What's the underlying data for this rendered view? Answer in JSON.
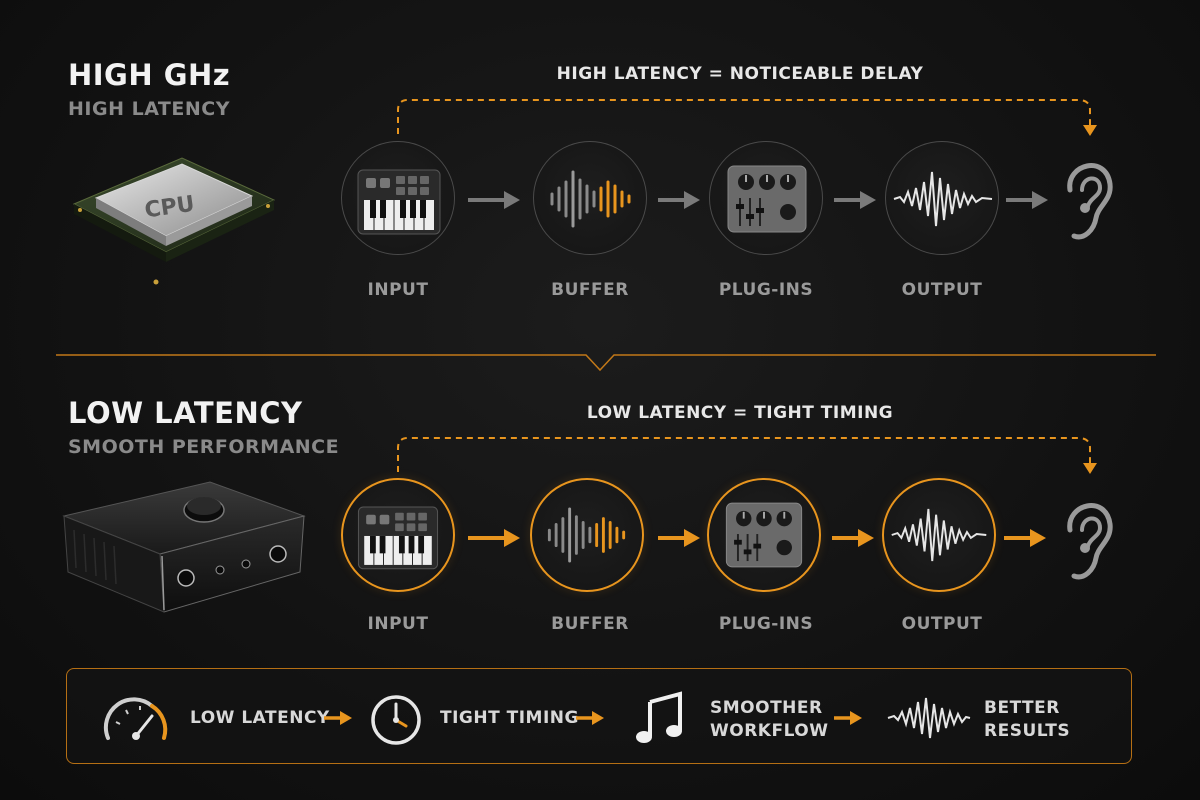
{
  "top": {
    "title": "HIGH GHz",
    "subtitle": "HIGH LATENCY",
    "banner": "HIGH LATENCY = NOTICEABLE DELAY",
    "cpu_label": "CPU",
    "stages": [
      "INPUT",
      "BUFFER",
      "PLUG-INS",
      "OUTPUT"
    ]
  },
  "bottom": {
    "title": "LOW LATENCY",
    "subtitle": "SMOOTH PERFORMANCE",
    "banner": "LOW LATENCY = TIGHT TIMING",
    "stages": [
      "INPUT",
      "BUFFER",
      "PLUG-INS",
      "OUTPUT"
    ]
  },
  "summary": {
    "item1": "LOW LATENCY",
    "item2": "TIGHT TIMING",
    "item3_line1": "SMOOTHER",
    "item3_line2": "WORKFLOW",
    "item4_line1": "BETTER",
    "item4_line2": "RESULTS"
  },
  "colors": {
    "accent": "#e8951e",
    "muted_arrow": "#7a7a7a",
    "background": "#121212"
  },
  "icons": [
    "cpu-icon",
    "audio-interface-icon",
    "keyboard-icon",
    "waveform-icon",
    "mixer-icon",
    "ear-icon",
    "gauge-icon",
    "clock-icon",
    "music-note-icon"
  ]
}
